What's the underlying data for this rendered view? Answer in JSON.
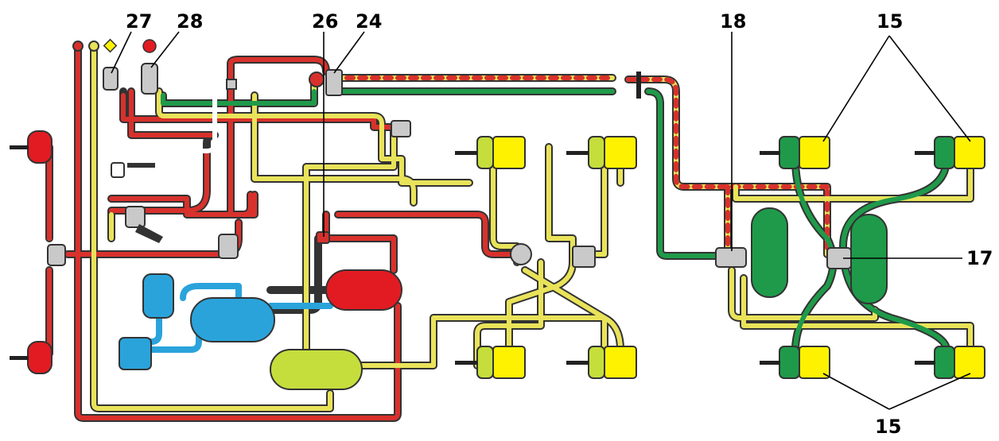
{
  "callouts": {
    "c27": "27",
    "c28": "28",
    "c26": "26",
    "c24": "24",
    "c18": "18",
    "c15_top": "15",
    "c17": "17",
    "c15_bottom": "15"
  },
  "colors": {
    "supply_red": "#d8312c",
    "control_yellow": "#e9e35a",
    "control_yellow_light": "#f2ef62",
    "trailer_green": "#1f9a4a",
    "compressor_blue": "#2aa3db",
    "tank_green_yellow": "#c5de3c",
    "chamber_yellow": "#fff200",
    "valve_grey": "#c9c9c9",
    "outline": "#333333"
  },
  "icons": {
    "gauge_red": "red-pressure-gauge-icon",
    "gauge_yellow": "yellow-pressure-gauge-icon",
    "warning_diamond": "yellow-warning-diamond-icon",
    "stop_lamp": "red-warning-lamp-icon"
  }
}
